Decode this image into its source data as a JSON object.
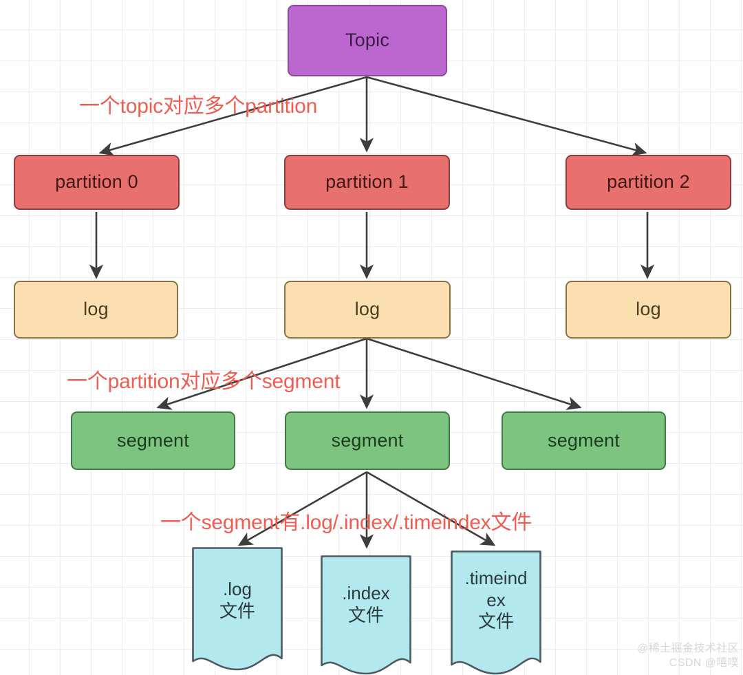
{
  "diagram": {
    "title": "Kafka topic / partition / log / segment structure",
    "colors": {
      "topic_fill": "#bb67cf",
      "topic_stroke": "#8b4a9a",
      "partition_fill": "#e8716f",
      "partition_stroke": "#8e3c3b",
      "log_fill": "#fbdfb0",
      "log_stroke": "#8a7142",
      "segment_fill": "#7cc47f",
      "segment_stroke": "#3f7a42",
      "file_fill": "#b3e8ef",
      "file_stroke": "#4a5a60",
      "annotation": "#ef5d52",
      "edge": "#3d3d3d",
      "grid": "#ececec",
      "background": "#ffffff"
    },
    "nodes": {
      "topic": "Topic",
      "partitions": [
        "partition 0",
        "partition 1",
        "partition 2"
      ],
      "logs": [
        "log",
        "log",
        "log"
      ],
      "segments": [
        "segment",
        "segment",
        "segment"
      ],
      "files": [
        ".log\n文件",
        ".index\n文件",
        ".timeind\nex\n文件"
      ]
    },
    "annotations": [
      "一个topic对应多个partition",
      "一个partition对应多个segment",
      "一个segment有.log/.index/.timeindex文件"
    ],
    "watermark": "@稀土掘金技术社区\nCSDN @嘻噗"
  }
}
